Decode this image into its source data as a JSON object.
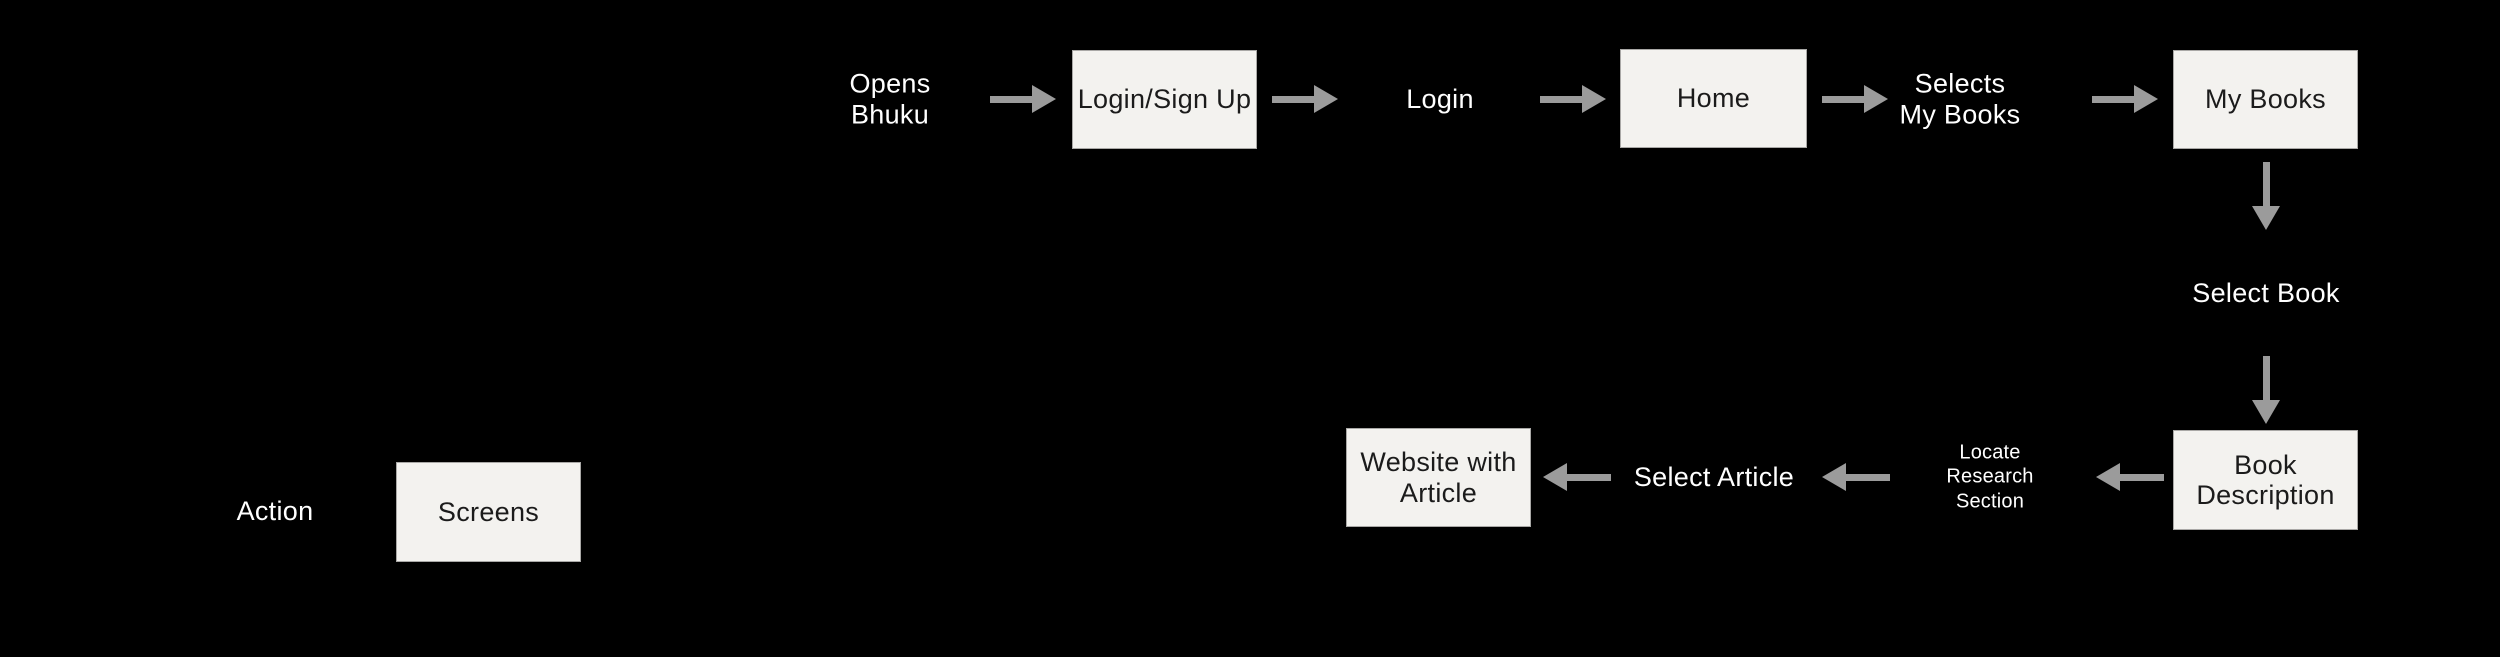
{
  "colors": {
    "background": "#000000",
    "box_fill": "#f3f2ef",
    "box_border": "#a9a8a6",
    "box_text": "#1b1b1b",
    "label_text": "#ffffff",
    "arrow": "#9b9b9b"
  },
  "diagram": {
    "top_row": {
      "opens_bhuku_label": "Opens\nBhuku",
      "login_signup_box": "Login/Sign Up",
      "login_label": "Login",
      "home_box": "Home",
      "selects_my_books_label": "Selects\nMy Books",
      "my_books_box": "My Books"
    },
    "right_column": {
      "select_book_label": "Select Book",
      "book_description_box": "Book\nDescription"
    },
    "bottom_row": {
      "locate_research_section_label": "Locate\nResearch\nSection",
      "select_article_label": "Select Article",
      "website_with_article_box": "Website with\nArticle"
    },
    "legend": {
      "action_label": "Action",
      "screens_box_label": "Screens"
    }
  }
}
